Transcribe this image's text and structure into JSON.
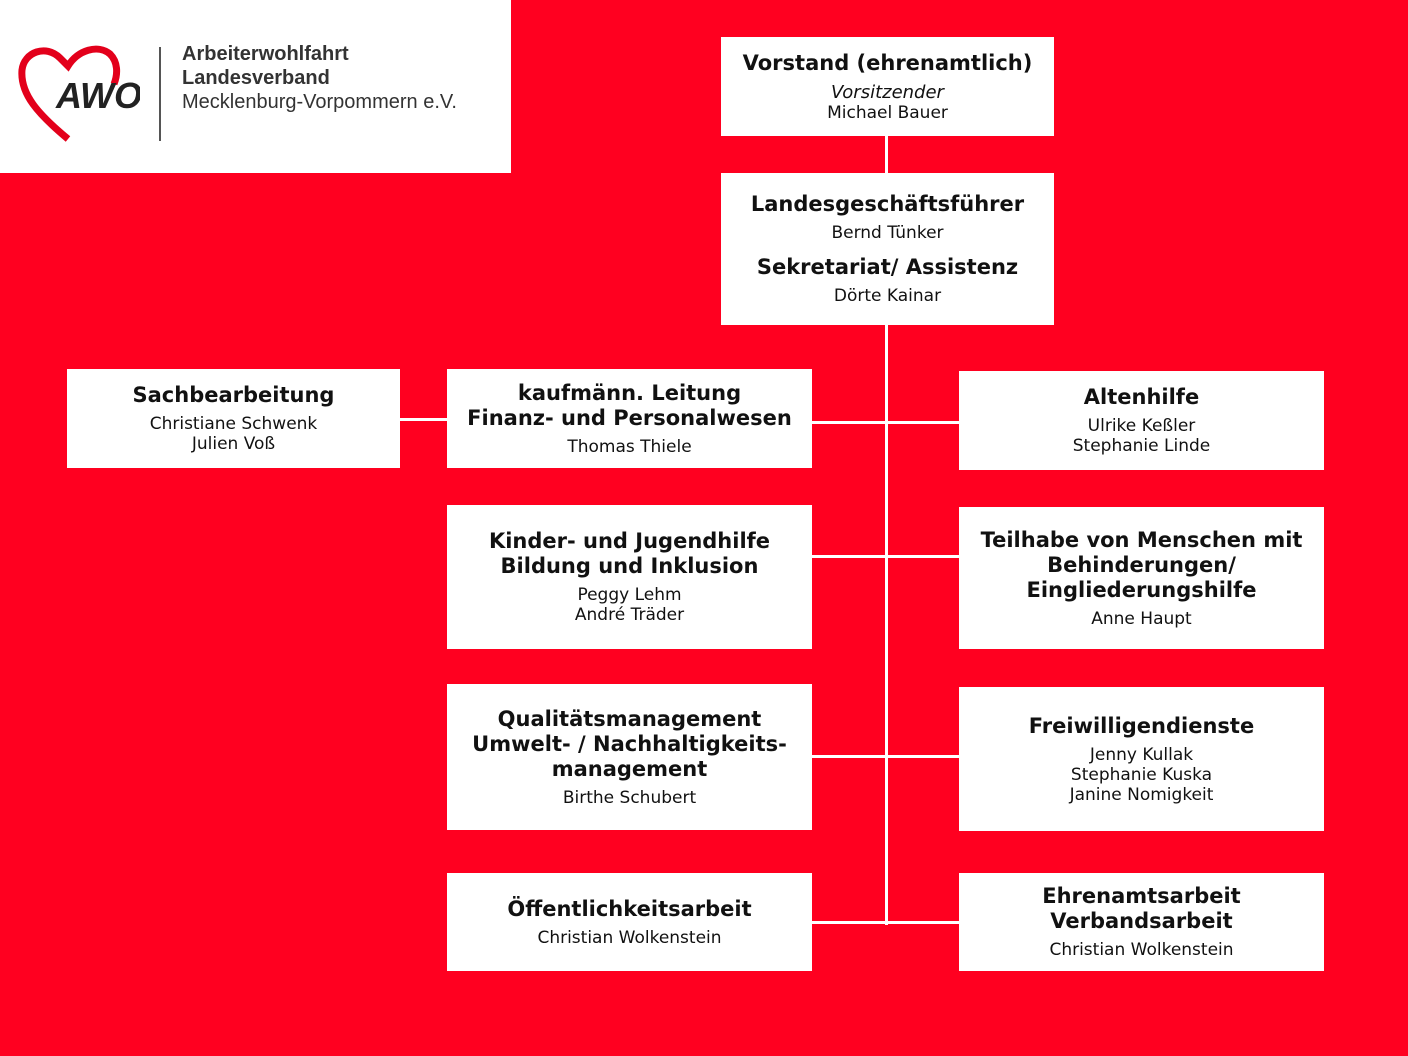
{
  "logo": {
    "mark": "AWO",
    "line1": "Arbeiterwohlfahrt",
    "line2": "Landesverband",
    "line3": "Mecklenburg-Vorpommern e.V."
  },
  "colors": {
    "background": "#ff0020",
    "heart": "#e3001b"
  },
  "vorstand": {
    "title": "Vorstand (ehrenamtlich)",
    "role": "Vorsitzender",
    "name": "Michael Bauer"
  },
  "lgf": {
    "title": "Landesgeschäftsführer",
    "name": "Bernd Tünker",
    "title2": "Sekretariat/ Assistenz",
    "name2": "Dörte Kainar"
  },
  "sachbearbeitung": {
    "title": "Sachbearbeitung",
    "names": [
      "Christiane Schwenk",
      "Julien Voß"
    ]
  },
  "kaufm": {
    "title": [
      "kaufmänn. Leitung",
      "Finanz- und Personalwesen"
    ],
    "names": [
      "Thomas Thiele"
    ]
  },
  "altenhilfe": {
    "title": [
      "Altenhilfe"
    ],
    "names": [
      "Ulrike Keßler",
      "Stephanie Linde"
    ]
  },
  "kinder": {
    "title": [
      "Kinder- und Jugendhilfe",
      "Bildung und Inklusion"
    ],
    "names": [
      "Peggy Lehm",
      "André Träder"
    ]
  },
  "teilhabe": {
    "title": [
      "Teilhabe von Menschen mit",
      "Behinderungen/",
      "Eingliederungshilfe"
    ],
    "names": [
      "Anne Haupt"
    ]
  },
  "qualitaet": {
    "title": [
      "Qualitätsmanagement",
      "Umwelt- / Nachhaltigkeits-",
      "management"
    ],
    "names": [
      "Birthe Schubert"
    ]
  },
  "freiwillig": {
    "title": [
      "Freiwilligendienste"
    ],
    "names": [
      "Jenny Kullak",
      "Stephanie Kuska",
      "Janine Nomigkeit"
    ]
  },
  "oeffentlich": {
    "title": [
      "Öffentlichkeitsarbeit"
    ],
    "names": [
      "Christian Wolkenstein"
    ]
  },
  "ehrenamt": {
    "title": [
      "Ehrenamtsarbeit",
      "Verbandsarbeit"
    ],
    "names": [
      "Christian Wolkenstein"
    ]
  }
}
